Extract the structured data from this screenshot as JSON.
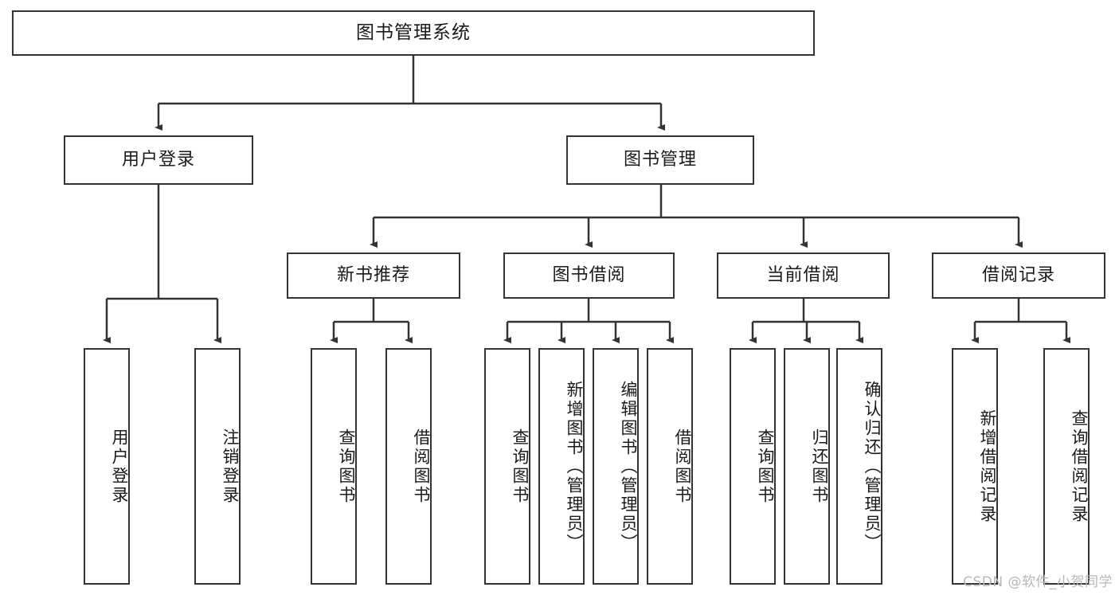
{
  "diagram": {
    "title": "图书管理系统",
    "type": "hierarchy-tree",
    "watermark": "CSDN @软件_小贺同学",
    "colors": {
      "background": "#ffffff",
      "box_border": "#333333",
      "box_fill": "#ffffff",
      "connector": "#333333",
      "text": "#1a1a1a",
      "watermark": "#b8b8b8"
    },
    "nodes": {
      "root": {
        "label": "图书管理系统",
        "level": 0
      },
      "level1": [
        {
          "id": "user-login",
          "label": "用户登录"
        },
        {
          "id": "book-manage",
          "label": "图书管理"
        }
      ],
      "level2": [
        {
          "id": "new-book-rec",
          "label": "新书推荐",
          "parent": "book-manage"
        },
        {
          "id": "book-borrow",
          "label": "图书借阅",
          "parent": "book-manage"
        },
        {
          "id": "current-borrow",
          "label": "当前借阅",
          "parent": "book-manage"
        },
        {
          "id": "borrow-record",
          "label": "借阅记录",
          "parent": "book-manage"
        }
      ],
      "leaves": [
        {
          "id": "leaf-user-login",
          "label": "用户登录",
          "parent": "user-login"
        },
        {
          "id": "leaf-logout",
          "label": "注销登录",
          "parent": "user-login"
        },
        {
          "id": "leaf-query-book-rec",
          "label": "查询图书",
          "parent": "new-book-rec"
        },
        {
          "id": "leaf-borrow-book-rec",
          "label": "借阅图书",
          "parent": "new-book-rec"
        },
        {
          "id": "leaf-query-book-borrow",
          "label": "查询图书",
          "parent": "book-borrow"
        },
        {
          "id": "leaf-add-book",
          "label": "新增图书（管理员）",
          "parent": "book-borrow"
        },
        {
          "id": "leaf-edit-book",
          "label": "编辑图书（管理员）",
          "parent": "book-borrow"
        },
        {
          "id": "leaf-borrow-book",
          "label": "借阅图书",
          "parent": "book-borrow"
        },
        {
          "id": "leaf-query-book-current",
          "label": "查询图书",
          "parent": "current-borrow"
        },
        {
          "id": "leaf-return-book",
          "label": "归还图书",
          "parent": "current-borrow"
        },
        {
          "id": "leaf-confirm-return",
          "label": "确认归还（管理员）",
          "parent": "current-borrow"
        },
        {
          "id": "leaf-add-record",
          "label": "新增借阅记录",
          "parent": "borrow-record"
        },
        {
          "id": "leaf-query-record",
          "label": "查询借阅记录",
          "parent": "borrow-record"
        }
      ]
    }
  }
}
